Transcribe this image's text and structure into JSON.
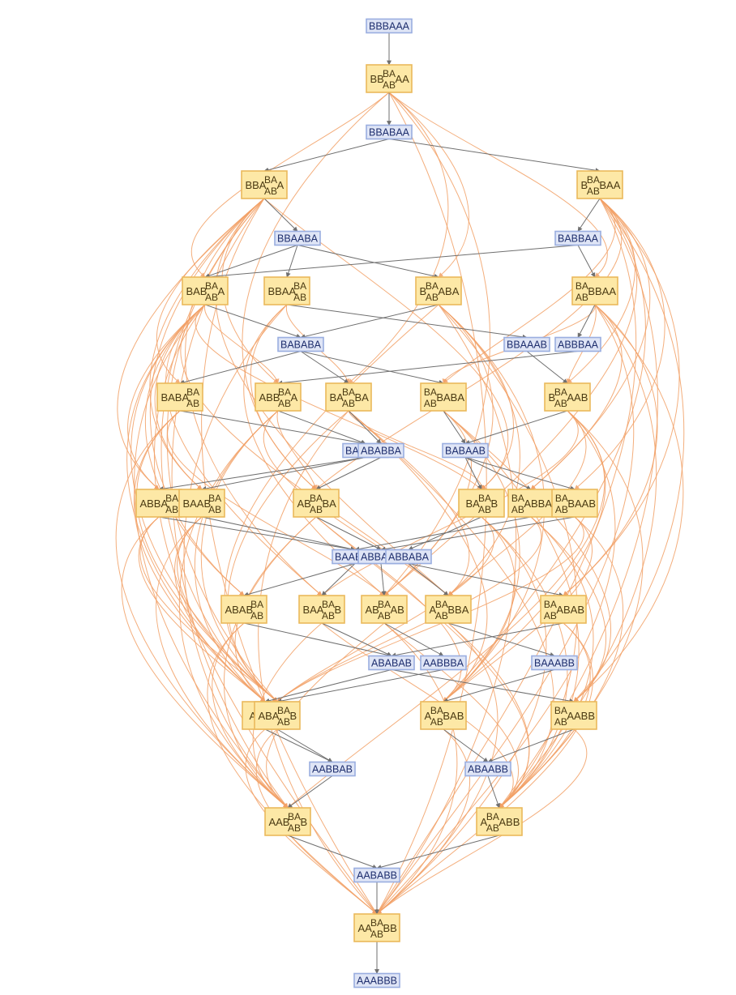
{
  "states": [
    {
      "id": "s1",
      "label": "BBBAAA"
    },
    {
      "id": "s2",
      "label": "BBABAA"
    },
    {
      "id": "s3",
      "label": "BBAABA"
    },
    {
      "id": "s4",
      "label": "BABBAA"
    },
    {
      "id": "s5",
      "label": "BABABA"
    },
    {
      "id": "s6",
      "label": "BBAAAB"
    },
    {
      "id": "s7",
      "label": "ABBBAA"
    },
    {
      "id": "s8",
      "label": "BAABBA"
    },
    {
      "id": "s9",
      "label": "ABABBA"
    },
    {
      "id": "s10",
      "label": "BABAAB"
    },
    {
      "id": "s11",
      "label": "BAABAB"
    },
    {
      "id": "s12",
      "label": "ABBAAB"
    },
    {
      "id": "s13",
      "label": "ABBABA"
    },
    {
      "id": "s14",
      "label": "ABABAB"
    },
    {
      "id": "s15",
      "label": "AABBBA"
    },
    {
      "id": "s16",
      "label": "BAAABB"
    },
    {
      "id": "s17",
      "label": "AABBAB"
    },
    {
      "id": "s18",
      "label": "ABAABB"
    },
    {
      "id": "s19",
      "label": "AABABB"
    },
    {
      "id": "s20",
      "label": "AAABBB"
    }
  ],
  "events": [
    {
      "id": "e1",
      "pre": "BB",
      "post": "AA"
    },
    {
      "id": "e2",
      "pre": "BBA",
      "post": "A"
    },
    {
      "id": "e3",
      "pre": "B",
      "post": "BAA"
    },
    {
      "id": "e4",
      "pre": "BAB",
      "post": "A"
    },
    {
      "id": "e5",
      "pre": "BBAA",
      "post": ""
    },
    {
      "id": "e6",
      "pre": "B",
      "post": "ABA"
    },
    {
      "id": "e7",
      "pre": "",
      "post": "BBAA"
    },
    {
      "id": "e8",
      "pre": "BABA",
      "post": ""
    },
    {
      "id": "e9",
      "pre": "ABB",
      "post": "A"
    },
    {
      "id": "e10",
      "pre": "BA",
      "post": "BA"
    },
    {
      "id": "e11",
      "pre": "",
      "post": "BABA"
    },
    {
      "id": "e12",
      "pre": "B",
      "post": "AAB"
    },
    {
      "id": "e13",
      "pre": "ABBA",
      "post": ""
    },
    {
      "id": "e14",
      "pre": "BAAB",
      "post": ""
    },
    {
      "id": "e15",
      "pre": "AB",
      "post": "BA"
    },
    {
      "id": "e16",
      "pre": "BA",
      "post": "B"
    },
    {
      "id": "e17",
      "pre": "",
      "post": "ABBA"
    },
    {
      "id": "e18",
      "pre": "",
      "post": "BAAB"
    },
    {
      "id": "e19",
      "pre": "ABAB",
      "post": ""
    },
    {
      "id": "e20",
      "pre": "BAA",
      "post": "B"
    },
    {
      "id": "e21",
      "pre": "AB",
      "post": "AB"
    },
    {
      "id": "e22",
      "pre": "A",
      "post": "BBA"
    },
    {
      "id": "e23",
      "pre": "",
      "post": "ABAB"
    },
    {
      "id": "e24",
      "pre": "AB",
      "post": "B"
    },
    {
      "id": "e25",
      "pre": "ABA",
      "post": "B"
    },
    {
      "id": "e26",
      "pre": "A",
      "post": "BAB"
    },
    {
      "id": "e27",
      "pre": "",
      "post": "AABB"
    },
    {
      "id": "e28",
      "pre": "AAB",
      "post": "B"
    },
    {
      "id": "e29",
      "pre": "A",
      "post": "ABB"
    },
    {
      "id": "e30",
      "pre": "AA",
      "post": "BB"
    }
  ],
  "event_core": {
    "top": "BA",
    "bottom": "AB"
  },
  "main_edges": [
    [
      "s1",
      "e1"
    ],
    [
      "e1",
      "s2"
    ],
    [
      "s2",
      "e2"
    ],
    [
      "s2",
      "e3"
    ],
    [
      "e2",
      "s3"
    ],
    [
      "e3",
      "s4"
    ],
    [
      "s3",
      "e4"
    ],
    [
      "s3",
      "e5"
    ],
    [
      "s3",
      "e6"
    ],
    [
      "s4",
      "e4"
    ],
    [
      "s4",
      "e7"
    ],
    [
      "e4",
      "s5"
    ],
    [
      "e5",
      "s6"
    ],
    [
      "e6",
      "s5"
    ],
    [
      "e7",
      "s7"
    ],
    [
      "s5",
      "e8"
    ],
    [
      "s5",
      "e10"
    ],
    [
      "s5",
      "e11"
    ],
    [
      "s6",
      "e12"
    ],
    [
      "s7",
      "e9"
    ],
    [
      "e8",
      "s8"
    ],
    [
      "e9",
      "s8"
    ],
    [
      "e10",
      "s9"
    ],
    [
      "e11",
      "s10"
    ],
    [
      "e12",
      "s10"
    ],
    [
      "s8",
      "e13"
    ],
    [
      "s8",
      "e14"
    ],
    [
      "s9",
      "e15"
    ],
    [
      "s10",
      "e16"
    ],
    [
      "s10",
      "e17"
    ],
    [
      "s10",
      "e18"
    ],
    [
      "e13",
      "s11"
    ],
    [
      "e14",
      "s11"
    ],
    [
      "e15",
      "s12"
    ],
    [
      "e16",
      "s13"
    ],
    [
      "e17",
      "s11"
    ],
    [
      "e18",
      "s12"
    ],
    [
      "s11",
      "e19"
    ],
    [
      "s11",
      "e20"
    ],
    [
      "s12",
      "e21"
    ],
    [
      "s13",
      "e22"
    ],
    [
      "s13",
      "e23"
    ],
    [
      "e19",
      "s14"
    ],
    [
      "e20",
      "s14"
    ],
    [
      "e21",
      "s15"
    ],
    [
      "e22",
      "s16"
    ],
    [
      "e23",
      "s14"
    ],
    [
      "s14",
      "e24"
    ],
    [
      "s15",
      "e25"
    ],
    [
      "s16",
      "e26"
    ],
    [
      "s14",
      "e27"
    ],
    [
      "e24",
      "s17"
    ],
    [
      "e25",
      "s17"
    ],
    [
      "e26",
      "s18"
    ],
    [
      "e27",
      "s18"
    ],
    [
      "s17",
      "e28"
    ],
    [
      "s18",
      "e29"
    ],
    [
      "e28",
      "s19"
    ],
    [
      "e29",
      "s19"
    ],
    [
      "s19",
      "e30"
    ],
    [
      "e30",
      "s20"
    ]
  ],
  "side_edges": [
    [
      "e1",
      "e4"
    ],
    [
      "e1",
      "e6"
    ],
    [
      "e1",
      "e10"
    ],
    [
      "e1",
      "e7"
    ],
    [
      "e1",
      "e15"
    ],
    [
      "e1",
      "e21"
    ],
    [
      "e2",
      "e8"
    ],
    [
      "e2",
      "e13"
    ],
    [
      "e2",
      "e14"
    ],
    [
      "e2",
      "e16"
    ],
    [
      "e2",
      "e19"
    ],
    [
      "e2",
      "e20"
    ],
    [
      "e2",
      "e24"
    ],
    [
      "e2",
      "e28"
    ],
    [
      "e2",
      "e30"
    ],
    [
      "e2",
      "e25"
    ],
    [
      "e2",
      "e22"
    ],
    [
      "e2",
      "e9"
    ],
    [
      "e3",
      "e12"
    ],
    [
      "e3",
      "e11"
    ],
    [
      "e3",
      "e17"
    ],
    [
      "e3",
      "e18"
    ],
    [
      "e3",
      "e23"
    ],
    [
      "e3",
      "e26"
    ],
    [
      "e3",
      "e29"
    ],
    [
      "e3",
      "e27"
    ],
    [
      "e3",
      "e30"
    ],
    [
      "e3",
      "e21"
    ],
    [
      "e3",
      "e15"
    ],
    [
      "e4",
      "e13"
    ],
    [
      "e4",
      "e14"
    ],
    [
      "e4",
      "e16"
    ],
    [
      "e4",
      "e19"
    ],
    [
      "e4",
      "e20"
    ],
    [
      "e4",
      "e24"
    ],
    [
      "e4",
      "e25"
    ],
    [
      "e4",
      "e28"
    ],
    [
      "e4",
      "e22"
    ],
    [
      "e4",
      "e30"
    ],
    [
      "e4",
      "e9"
    ],
    [
      "e5",
      "e10"
    ],
    [
      "e5",
      "e15"
    ],
    [
      "e5",
      "e21"
    ],
    [
      "e5",
      "e28"
    ],
    [
      "e6",
      "e16"
    ],
    [
      "e6",
      "e22"
    ],
    [
      "e6",
      "e25"
    ],
    [
      "e6",
      "e26"
    ],
    [
      "e6",
      "e29"
    ],
    [
      "e6",
      "e30"
    ],
    [
      "e6",
      "e21"
    ],
    [
      "e7",
      "e11"
    ],
    [
      "e7",
      "e17"
    ],
    [
      "e7",
      "e23"
    ],
    [
      "e7",
      "e27"
    ],
    [
      "e7",
      "e29"
    ],
    [
      "e7",
      "e12"
    ],
    [
      "e7",
      "e30"
    ],
    [
      "e8",
      "e21"
    ],
    [
      "e8",
      "e25"
    ],
    [
      "e8",
      "e28"
    ],
    [
      "e8",
      "e24"
    ],
    [
      "e9",
      "e15"
    ],
    [
      "e9",
      "e24"
    ],
    [
      "e9",
      "e25"
    ],
    [
      "e9",
      "e28"
    ],
    [
      "e9",
      "e22"
    ],
    [
      "e10",
      "e16"
    ],
    [
      "e10",
      "e22"
    ],
    [
      "e10",
      "e26"
    ],
    [
      "e10",
      "e29"
    ],
    [
      "e10",
      "e25"
    ],
    [
      "e10",
      "e30"
    ],
    [
      "e11",
      "e21"
    ],
    [
      "e11",
      "e26"
    ],
    [
      "e11",
      "e29"
    ],
    [
      "e11",
      "e27"
    ],
    [
      "e12",
      "e20"
    ],
    [
      "e12",
      "e22"
    ],
    [
      "e12",
      "e26"
    ],
    [
      "e12",
      "e29"
    ],
    [
      "e12",
      "e28"
    ],
    [
      "e13",
      "e24"
    ],
    [
      "e13",
      "e28"
    ],
    [
      "e13",
      "e25"
    ],
    [
      "e14",
      "e25"
    ],
    [
      "e14",
      "e28"
    ],
    [
      "e14",
      "e24"
    ],
    [
      "e15",
      "e24"
    ],
    [
      "e15",
      "e28"
    ],
    [
      "e15",
      "e26"
    ],
    [
      "e15",
      "e29"
    ],
    [
      "e16",
      "e25"
    ],
    [
      "e16",
      "e26"
    ],
    [
      "e16",
      "e29"
    ],
    [
      "e16",
      "e30"
    ],
    [
      "e17",
      "e25"
    ],
    [
      "e17",
      "e29"
    ],
    [
      "e17",
      "e27"
    ],
    [
      "e18",
      "e25"
    ],
    [
      "e18",
      "e26"
    ],
    [
      "e18",
      "e29"
    ],
    [
      "e19",
      "e28"
    ],
    [
      "e19",
      "e30"
    ],
    [
      "e20",
      "e28"
    ],
    [
      "e20",
      "e29"
    ],
    [
      "e21",
      "e28"
    ],
    [
      "e21",
      "e29"
    ],
    [
      "e21",
      "e30"
    ],
    [
      "e22",
      "e29"
    ],
    [
      "e22",
      "e30"
    ],
    [
      "e23",
      "e29"
    ],
    [
      "e23",
      "e30"
    ],
    [
      "e24",
      "e30"
    ],
    [
      "e25",
      "e30"
    ],
    [
      "e26",
      "e30"
    ],
    [
      "e27",
      "e30"
    ],
    [
      "e1",
      "e30"
    ],
    [
      "e12",
      "e30"
    ]
  ]
}
